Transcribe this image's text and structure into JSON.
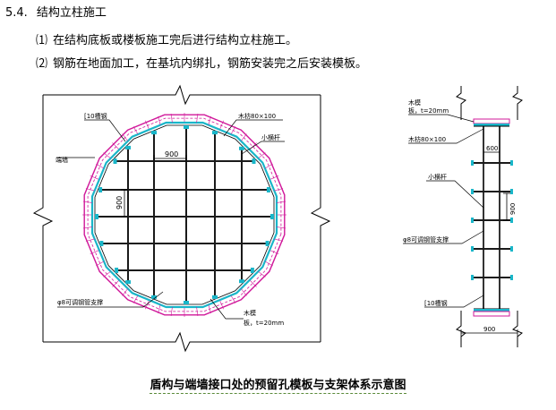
{
  "section": {
    "number": "5.4.",
    "title": "结构立柱施工"
  },
  "steps": [
    {
      "mark": "⑴",
      "text": "在结构底板或楼板施工完后进行结构立柱施工。"
    },
    {
      "mark": "⑵",
      "text": "钢筋在地面加工，在基坑内绑扎，钢筋安装完之后安装模板。"
    }
  ],
  "plan_view": {
    "wall_label": "端墙",
    "channel_label": "[10槽钢",
    "beam_label": "木枋80×100",
    "bar_label": "小横杆",
    "spacing_h": "900",
    "spacing_v": "900",
    "support_label": "φ8可调钢管支撑",
    "board_label_1": "木模",
    "board_label_2": "板，t=20mm"
  },
  "section_view": {
    "board_label_1": "木模",
    "board_label_2": "板，t=20mm",
    "beam_label": "木枋80×100",
    "dim_top": "600",
    "bar_label": "小横杆",
    "dim_side": "900",
    "support_label": "φ8可调钢管支撑",
    "channel_label": "[10槽钢",
    "dim_bottom": "900"
  },
  "caption": "盾构与端墙接口处的预留孔模板与支架体系示意图",
  "colors": {
    "rebar": "#1a1a1a",
    "formwork": "#d0189a",
    "liner": "#19b6c9",
    "leader": "#1a1a1a"
  }
}
